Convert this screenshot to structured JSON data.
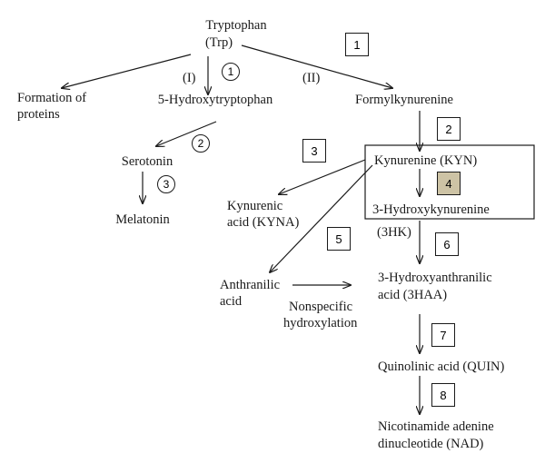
{
  "nodes": {
    "tryptophan": "Tryptophan",
    "trp": "(Trp)",
    "formation_line1": "Formation of",
    "formation_line2": "proteins",
    "hydroxytryptophan": "5-Hydroxytryptophan",
    "formylkynurenine": "Formylkynurenine",
    "serotonin": "Serotonin",
    "melatonin": "Melatonin",
    "kynurenine": "Kynurenine (KYN)",
    "hydroxykynurenine": "3-Hydroxykynurenine",
    "hk_abbrev": "(3HK)",
    "kynurenic_line1": "Kynurenic",
    "kynurenic_line2": "acid (KYNA)",
    "anthranilic_line1": "Anthranilic",
    "anthranilic_line2": "acid",
    "haa_line1": "3-Hydroxyanthranilic",
    "haa_line2": "acid (3HAA)",
    "nonspecific_line1": "Nonspecific",
    "nonspecific_line2": "hydroxylation",
    "quinolinic": "Quinolinic acid (QUIN)",
    "nad_line1": "Nicotinamide adenine",
    "nad_line2": "dinucleotide (NAD)"
  },
  "pathways": {
    "one": "(I)",
    "two": "(II)"
  },
  "steps": {
    "circle1": "1",
    "circle2": "2",
    "circle3": "3",
    "box1": "1",
    "box2": "2",
    "box3": "3",
    "box4": "4",
    "box5": "5",
    "box6": "6",
    "box7": "7",
    "box8": "8"
  },
  "colors": {
    "line": "#1a1a1a",
    "highlight_box": "#cdc3a5"
  }
}
